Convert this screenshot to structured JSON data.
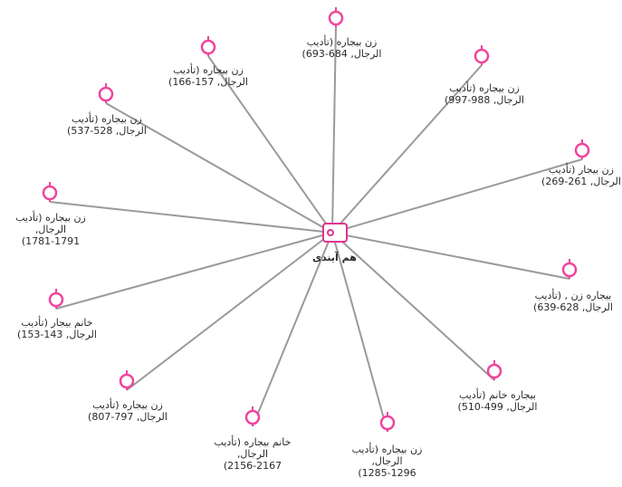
{
  "center": {
    "label": "هم آیندی",
    "icon": "tag-icon",
    "color": "#e0338f"
  },
  "line_color": "#9a9a9a",
  "node_icon": "pin-marker-icon",
  "node_color": "#f0449e",
  "nodes": [
    {
      "id": "n1",
      "lines": [
        "زن بيجاره (تأديب",
        "الرجال, 684-693)"
      ]
    },
    {
      "id": "n2",
      "lines": [
        "زن بيجاره (تأديب",
        "الرجال, 988-997)"
      ]
    },
    {
      "id": "n3",
      "lines": [
        "زن بيجار (تأديب",
        "الرجال, 261-269)"
      ]
    },
    {
      "id": "n4",
      "lines": [
        "بيجاره زن , (تأديب",
        "الرجال, 628-639)"
      ]
    },
    {
      "id": "n5",
      "lines": [
        "بيجاره خانم (تأديب",
        "الرجال, 499-510)"
      ]
    },
    {
      "id": "n6",
      "lines": [
        "زن بيجاره (تأديب",
        "الرجال,",
        "1285-1296)"
      ]
    },
    {
      "id": "n7",
      "lines": [
        "خانم بيجاره (تأديب",
        "الرجال,",
        "2156-2167)"
      ]
    },
    {
      "id": "n8",
      "lines": [
        "زن بيجاره (تأديب",
        "الرجال, 797-807)"
      ]
    },
    {
      "id": "n9",
      "lines": [
        "خانم بيجار (تأديب",
        "الرجال, 143-153)"
      ]
    },
    {
      "id": "n10",
      "lines": [
        "زن بيجاره (تأديب",
        "الرجال,",
        "1781-1791)"
      ]
    },
    {
      "id": "n11",
      "lines": [
        "زن بيجاره (تأديب",
        "الرجال, 528-537)"
      ]
    },
    {
      "id": "n12",
      "lines": [
        "زن بيجاره (تأديب",
        "الرجال, 157-166)"
      ]
    }
  ]
}
